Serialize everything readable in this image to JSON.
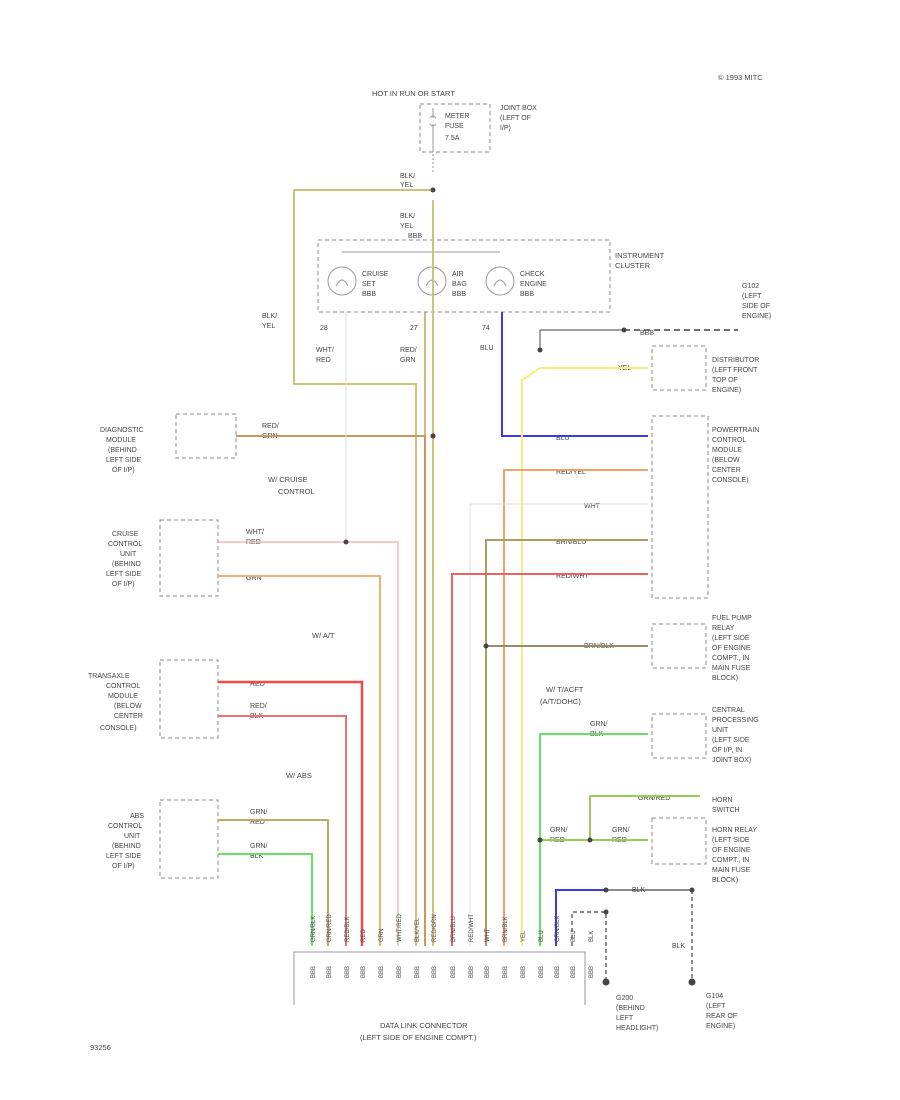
{
  "corner_label": "© 1993 MITC",
  "page_code": "93256",
  "fuse": {
    "top_label": "HOT IN RUN OR START",
    "fuse_label_lines": [
      "METER",
      "FUSE",
      "7.5A"
    ],
    "box_label_lines": [
      "JOINT BOX",
      "(LEFT OF",
      "I/P)"
    ]
  },
  "wire_top": [
    "BLK/",
    "YEL"
  ],
  "wire_mid": [
    "BLK/",
    "YEL",
    "BBB"
  ],
  "wire_left": [
    "BLK/",
    "YEL"
  ],
  "cluster": {
    "label_lines": [
      "INSTRUMENT",
      "CLUSTER"
    ],
    "lamps": [
      {
        "lines": [
          "CRUISE",
          "SET",
          "BBB"
        ]
      },
      {
        "lines": [
          "AIR",
          "BAG",
          "BBB"
        ]
      },
      {
        "lines": [
          "CHECK",
          "ENGINE",
          "BBB"
        ]
      }
    ],
    "pins": [
      "28",
      "27",
      "74"
    ],
    "pin_wires": [
      [
        "WHT/",
        "RED"
      ],
      [
        "RED/",
        "GRN"
      ],
      [
        "BLU"
      ]
    ]
  },
  "g102": {
    "lines": [
      "G102",
      "(LEFT",
      "SIDE OF",
      "ENGINE)"
    ]
  },
  "notes": {
    "cruise": [
      "W/ CRUISE",
      "CONTROL"
    ],
    "at": [
      "W/ A/T"
    ],
    "tcc": [
      "W/ T/ACFT",
      "(A/T/DOHC)"
    ],
    "abs": [
      "W/ ABS"
    ]
  },
  "left_components": [
    {
      "name": "diagnostic-module",
      "lines": [
        "DIAGNOSTIC",
        "MODULE",
        "(BEHIND",
        "LEFT SIDE",
        "OF I/P)"
      ],
      "wires": [
        [
          "RED/",
          "GRN"
        ]
      ]
    },
    {
      "name": "cruise-control-unit",
      "lines": [
        "CRUISE",
        "CONTROL",
        "UNIT",
        "(BEHIND",
        "LEFT SIDE",
        "OF I/P)"
      ],
      "wires": [
        [
          "WHT/",
          "RED"
        ],
        [
          "GRN"
        ]
      ]
    },
    {
      "name": "transaxle-control-module",
      "lines": [
        "TRANSAXLE",
        "CONTROL",
        "MODULE",
        "(BELOW",
        "CENTER",
        "CONSOLE)"
      ],
      "wires": [
        [
          "RED"
        ],
        [
          "RED/",
          "BLK"
        ]
      ]
    },
    {
      "name": "abs-control-unit",
      "lines": [
        "ABS",
        "CONTROL",
        "UNIT",
        "(BEHIND",
        "LEFT SIDE",
        "OF I/P)"
      ],
      "wires": [
        [
          "GRN/",
          "RED"
        ],
        [
          "GRN/",
          "BLK"
        ]
      ]
    }
  ],
  "right_components": [
    {
      "name": "distributor",
      "lines": [
        "DISTRIBUTOR",
        "(LEFT FRONT",
        "TOP OF",
        "ENGINE)"
      ],
      "wires": [
        [
          "YEL"
        ]
      ]
    },
    {
      "name": "powertrain-control-module",
      "lines": [
        "POWERTRAIN",
        "CONTROL",
        "MODULE",
        "(BELOW",
        "CENTER",
        "CONSOLE)"
      ],
      "wires": [
        [
          "BLU"
        ],
        [
          "RED/YEL"
        ],
        [
          "WHT"
        ],
        [
          "BRN/BLU"
        ],
        [
          "RED/WHT"
        ]
      ]
    },
    {
      "name": "fuel-pump-relay",
      "lines": [
        "FUEL PUMP",
        "RELAY",
        "(LEFT SIDE",
        "OF ENGINE",
        "COMPT., IN",
        "MAIN FUSE",
        "BLOCK)"
      ],
      "wires": [
        [
          "BRN/BLK"
        ]
      ]
    },
    {
      "name": "central-processing-unit",
      "lines": [
        "CENTRAL",
        "PROCESSING",
        "UNIT",
        "(LEFT SIDE",
        "OF I/P, IN",
        "JOINT BOX)"
      ],
      "wires": [
        [
          "GRN/",
          "BLK"
        ]
      ]
    },
    {
      "name": "horn-switch",
      "lines": [
        "HORN",
        "SWITCH"
      ],
      "wires": [
        [
          "GRN/RED"
        ]
      ]
    },
    {
      "name": "horn-relay",
      "lines": [
        "HORN RELAY",
        "(LEFT SIDE",
        "OF ENGINE",
        "COMPT., IN",
        "MAIN FUSE",
        "BLOCK)"
      ],
      "wires": [
        [
          "GRN/",
          "RED"
        ],
        [
          "GRN/",
          "RED"
        ]
      ]
    }
  ],
  "shield_wire": [
    "BBB"
  ],
  "ground_wire": [
    "BLK"
  ],
  "ground_wire2": [
    "BLK"
  ],
  "data_link": {
    "lines": [
      "DATA LINK CONNECTOR",
      "(LEFT SIDE OF ENGINE COMPT.)"
    ],
    "pins": [
      "GRN/BLK",
      "GRN/RED",
      "RED/BLK",
      "RED",
      "GRN",
      "WHT/RED",
      "BLK/YEL",
      "RED/GRN",
      "BRN/BLU",
      "RED/WHT",
      "WHT",
      "BRN/BLK",
      "YEL",
      "BLU",
      "GRN/BLK",
      "BLU",
      "BLK"
    ],
    "pin_numbers": [
      "BBB",
      "BBB",
      "BBB",
      "BBB",
      "BBB",
      "BBB",
      "BBB",
      "BBB",
      "BBB",
      "BBB",
      "BBB",
      "BBB",
      "BBB",
      "BBB",
      "BBB",
      "BBB",
      "BBB"
    ]
  },
  "ground_g200": {
    "lines": [
      "G200",
      "(BEHIND",
      "LEFT",
      "HEADLIGHT)"
    ]
  },
  "ground_g104": {
    "lines": [
      "G104",
      "(LEFT",
      "REAR OF",
      "ENGINE)"
    ]
  },
  "colors": {
    "blk_yel": "#c8c47a",
    "red_grn": "#c89a5a",
    "blu": "#3a3ae8",
    "yel": "#f0f07a",
    "red_yel": "#f0a070",
    "wht": "#dddddd",
    "brn_blu": "#b09a60",
    "red_wht": "#f06060",
    "brn_blk": "#9a8a66",
    "grn_blk": "#66e066",
    "grn_red": "#99cc55",
    "wht_red": "#f0b8b8",
    "grn": "#f0b070",
    "red": "#f04a4a",
    "red_blk": "#f07070",
    "abs_grn_red": "#c0aa66",
    "blk": "#444444"
  }
}
